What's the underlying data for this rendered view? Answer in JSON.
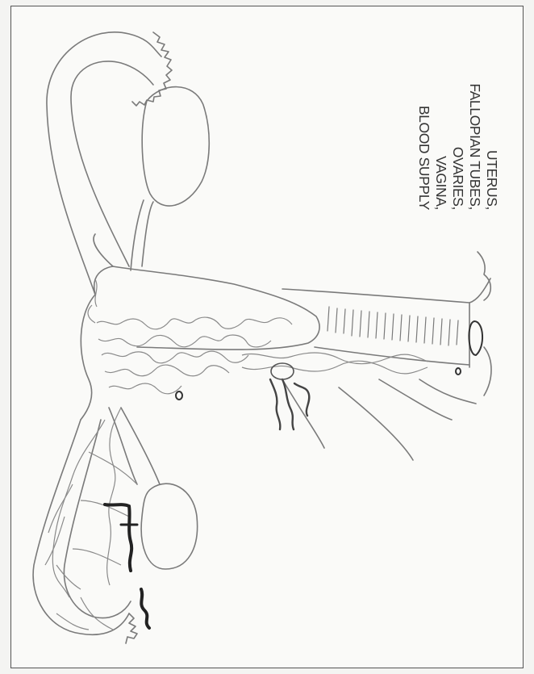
{
  "caption": {
    "lines": [
      "UTERUS,",
      "FALLOPIAN TUBES,",
      "OVARIES,",
      "VAGINA,",
      "BLOOD SUPPLY"
    ]
  },
  "colors": {
    "paper": "#fafaf8",
    "ink": "#777777",
    "marker": "#222222"
  }
}
